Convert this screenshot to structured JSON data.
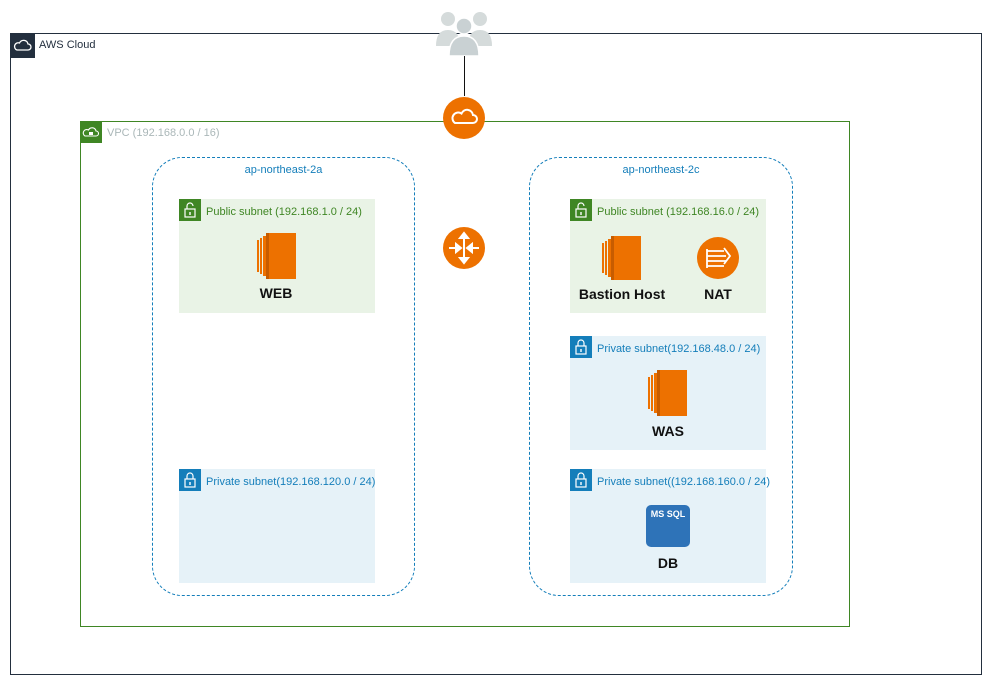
{
  "aws_cloud": {
    "label": "AWS Cloud",
    "icon": "cloud-icon"
  },
  "vpc": {
    "label": "VPC (192.168.0.0 / 16)",
    "icon": "vpc-lock-icon"
  },
  "external": {
    "users_icon": "users-icon",
    "igw_icon": "internet-gateway-icon",
    "router_icon": "router-icon"
  },
  "az_a": {
    "label": "ap-northeast-2a",
    "public_subnet": {
      "label": "Public subnet (192.168.1.0 / 24)",
      "resources": [
        {
          "name": "WEB",
          "icon": "ec2-instance-icon"
        }
      ]
    },
    "private_subnet": {
      "label": "Private subnet(192.168.120.0 / 24)"
    }
  },
  "az_c": {
    "label": "ap-northeast-2c",
    "public_subnet": {
      "label": "Public subnet (192.168.16.0 / 24)",
      "resources": [
        {
          "name": "Bastion Host",
          "icon": "ec2-instance-icon"
        },
        {
          "name": "NAT",
          "icon": "nat-gateway-icon"
        }
      ]
    },
    "private_subnet_was": {
      "label": "Private subnet(192.168.48.0 / 24)",
      "resources": [
        {
          "name": "WAS",
          "icon": "ec2-instance-icon"
        }
      ]
    },
    "private_subnet_db": {
      "label": "Private subnet((192.168.160.0 / 24)",
      "resources": [
        {
          "name": "DB",
          "icon": "ms-sql-db-icon",
          "badge": "MS SQL"
        }
      ]
    }
  },
  "colors": {
    "aws_cloud": "#232f3e",
    "vpc": "#3f8624",
    "az": "#147eba",
    "public_subnet_bg": "#e9f3e6",
    "private_subnet_bg": "#e6f2f8",
    "orange": "#ed7100",
    "users": "#d5dbdb"
  }
}
